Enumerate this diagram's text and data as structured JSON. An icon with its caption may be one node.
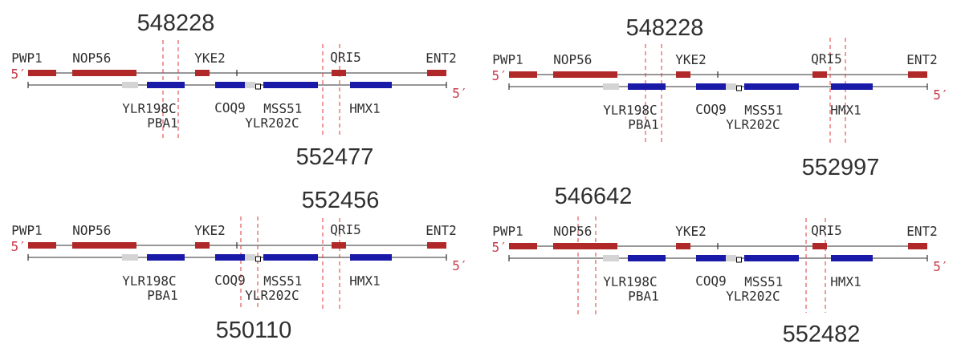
{
  "diagram": {
    "nodes": [
      {
        "text": [
          "PWP1"
        ]
      },
      {
        "text": [
          "NOP56"
        ]
      },
      {
        "text": [
          "YKE2"
        ]
      },
      {
        "text": [
          "QRI5"
        ]
      },
      {
        "text": [
          "ENT2"
        ]
      },
      {
        "text": [
          "YLR198C"
        ]
      },
      {
        "text": [
          "PBA1"
        ]
      },
      {
        "text": [
          "COQ9"
        ]
      },
      {
        "text": [
          "YLR202C"
        ]
      },
      {
        "text": [],
        "shape": "box"
      },
      {
        "text": [
          "MSS51"
        ]
      },
      {
        "text": [
          "HMX1"
        ]
      },
      {
        "text": [
          "PWP1"
        ]
      },
      {
        "text": [
          "NOP56"
        ]
      },
      {
        "text": [
          "YKE2"
        ]
      },
      {
        "text": [
          "QRI5"
        ]
      },
      {
        "text": [
          "ENT2"
        ]
      },
      {
        "text": [
          "YLR198C"
        ]
      },
      {
        "text": [
          "PBA1"
        ]
      },
      {
        "text": [
          "COQ9"
        ]
      },
      {
        "text": [
          "YLR202C"
        ]
      },
      {
        "text": [],
        "shape": "box"
      },
      {
        "text": [
          "MSS51"
        ]
      },
      {
        "text": [
          "HMX1"
        ]
      },
      {
        "text": [
          "PWP1"
        ]
      },
      {
        "text": [
          "NOP56"
        ]
      },
      {
        "text": [
          "YKE2"
        ]
      },
      {
        "text": [
          "QRI5"
        ]
      },
      {
        "text": [
          "ENT2"
        ]
      },
      {
        "text": [
          "YLR198C"
        ]
      },
      {
        "text": [
          "PBA1"
        ]
      },
      {
        "text": [
          "COQ9"
        ]
      },
      {
        "text": [
          "YLR202C"
        ]
      },
      {
        "text": [],
        "shape": "box"
      },
      {
        "text": [
          "MSS51"
        ]
      },
      {
        "text": [
          "HMX1"
        ]
      },
      {
        "text": [
          "PWP1"
        ]
      },
      {
        "text": [
          "NOP56"
        ]
      },
      {
        "text": [
          "YKE2"
        ]
      },
      {
        "text": [
          "QRI5"
        ]
      },
      {
        "text": [
          "ENT2"
        ]
      },
      {
        "text": [
          "YLR198C"
        ]
      },
      {
        "text": [
          "PBA1"
        ]
      },
      {
        "text": [
          "COQ9"
        ]
      },
      {
        "text": [
          "YLR202C"
        ]
      },
      {
        "text": [],
        "shape": "box"
      },
      {
        "text": [
          "MSS51"
        ]
      },
      {
        "text": [
          "HMX1"
        ]
      }
    ],
    "labels": [
      "548228",
      "5′",
      "5′",
      "552477",
      "548228",
      "5′",
      "5′",
      "552997",
      "552456",
      "5′",
      "5′",
      "550110",
      "546642",
      "5′",
      "5′",
      "552482"
    ]
  }
}
